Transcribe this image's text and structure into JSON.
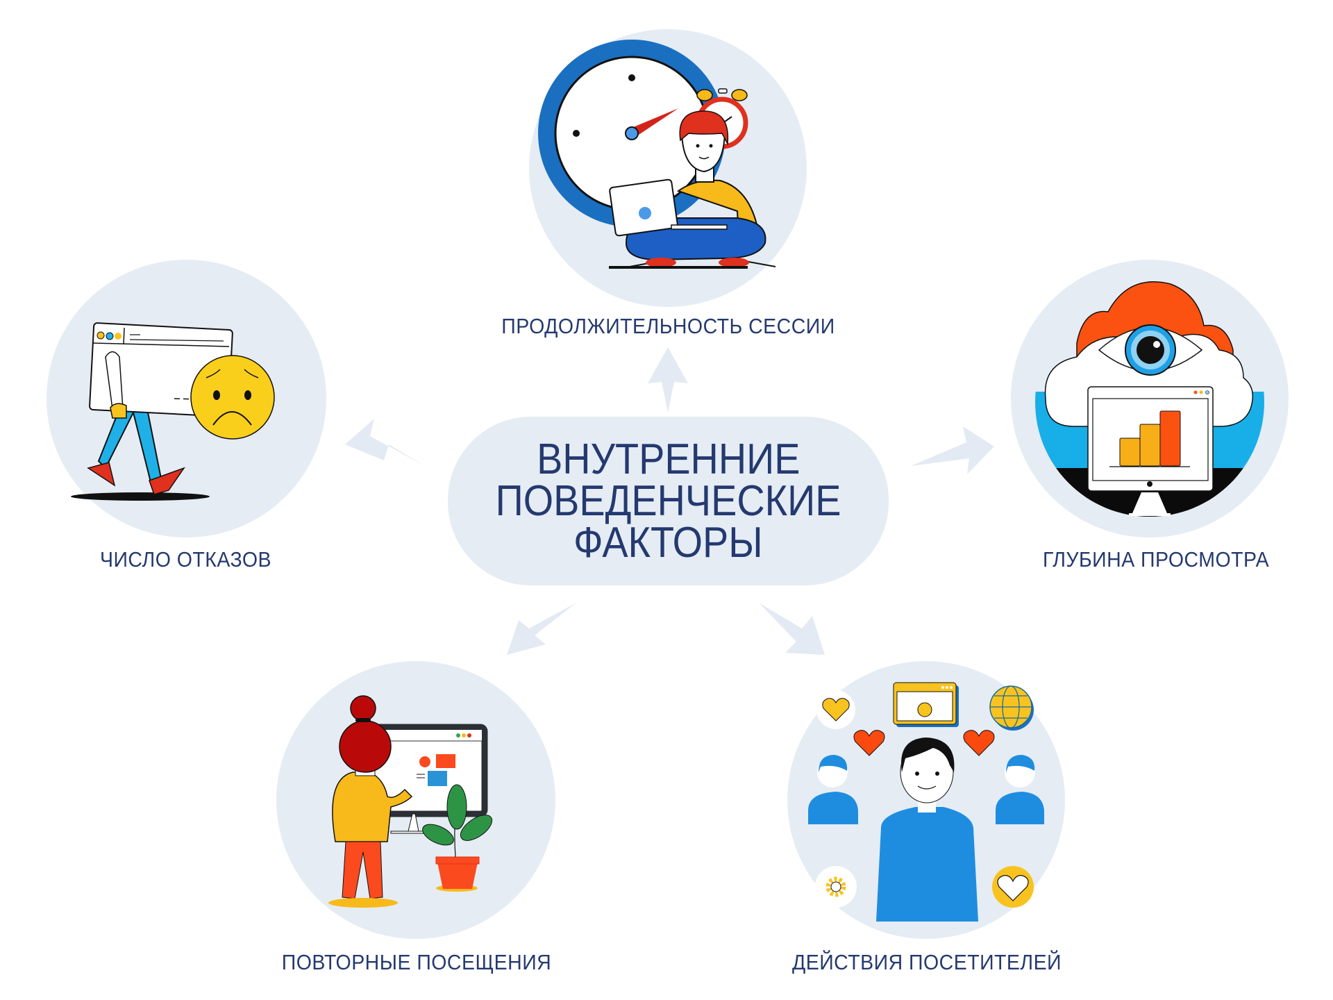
{
  "diagram": {
    "center": {
      "lines": [
        "ВНУТРЕННИЕ",
        "ПОВЕДЕНЧЕСКИЕ",
        "ФАКТОРЫ"
      ]
    },
    "factors": [
      {
        "id": "session-duration",
        "label": "ПРОДОЛЖИТЕЛЬНОСТЬ СЕССИИ",
        "illustration": "clock-person-laptop-icon",
        "position": "top"
      },
      {
        "id": "bounce-rate",
        "label": "ЧИСЛО ОТКАЗОВ",
        "illustration": "walking-browser-sad-face-icon",
        "position": "left"
      },
      {
        "id": "view-depth",
        "label": "ГЛУБИНА ПРОСМОТРА",
        "illustration": "eye-cloud-monitor-chart-icon",
        "position": "right"
      },
      {
        "id": "return-visits",
        "label": "ПОВТОРНЫЕ ПОСЕЩЕНИЯ",
        "illustration": "woman-at-monitor-plant-icon",
        "position": "bottom-left"
      },
      {
        "id": "visitor-actions",
        "label": "ДЕЙСТВИЯ ПОСЕТИТЕЛЕЙ",
        "illustration": "people-hearts-globe-icon",
        "position": "bottom-right"
      }
    ],
    "arrows": [
      "up",
      "left",
      "right",
      "down-left",
      "down-right"
    ]
  },
  "colors": {
    "text": "#24396f",
    "bubble": "#e5ecf4",
    "arrow": "#e3eaf3",
    "blue": "#1a75c8",
    "yellow": "#f9c31f",
    "red": "#e0301e",
    "orange": "#fb5211",
    "cyan": "#18aee8"
  }
}
